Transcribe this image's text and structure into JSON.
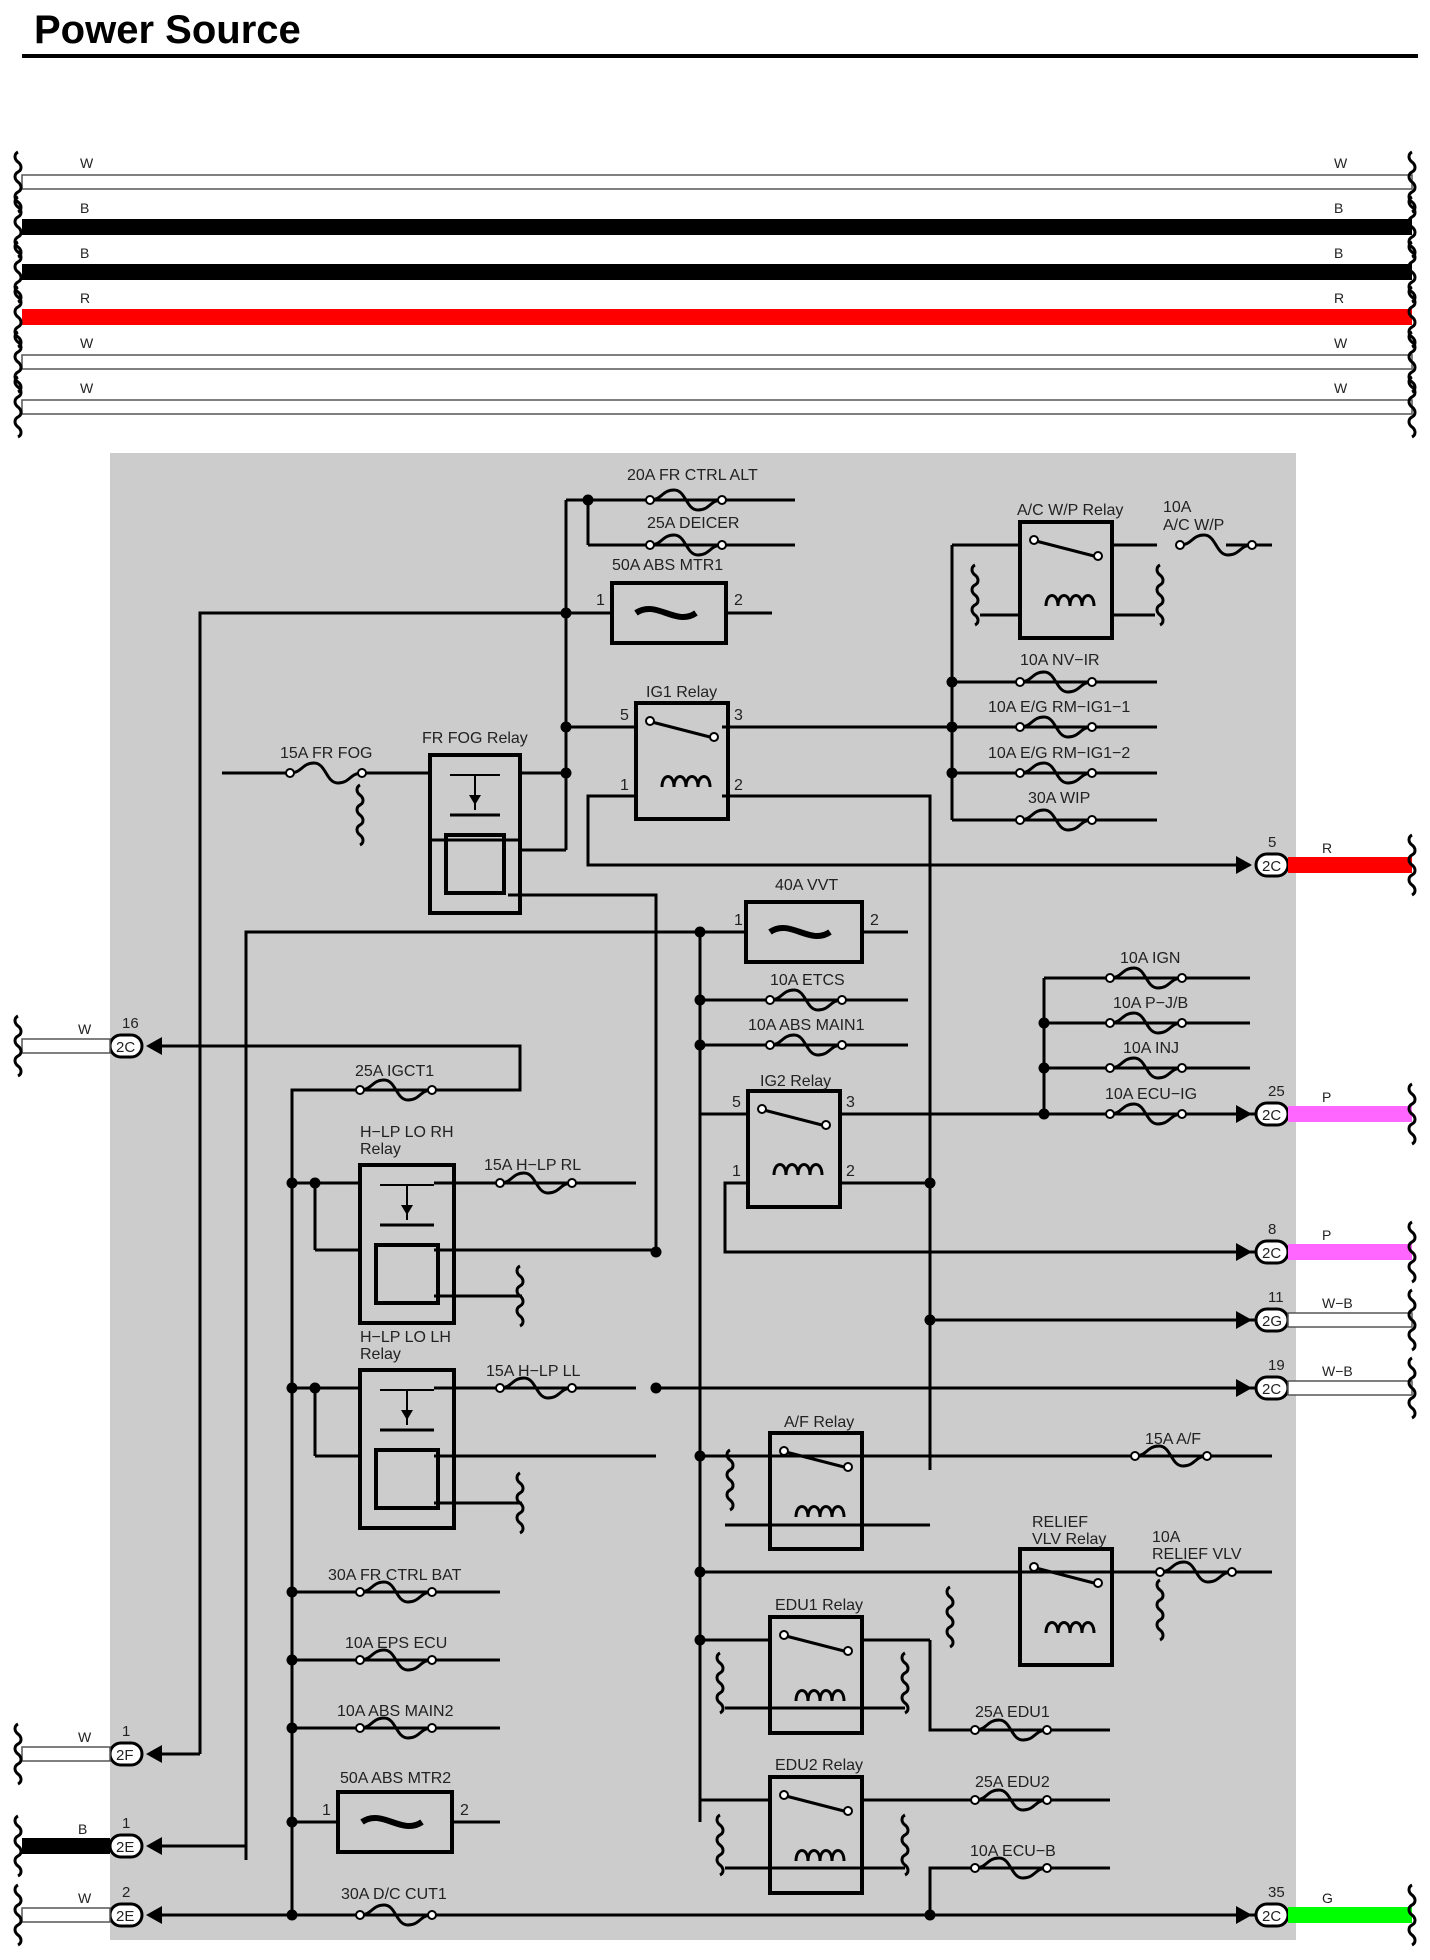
{
  "page": {
    "title": "Power Source"
  },
  "bus": [
    {
      "color": "W",
      "stroke": "#ffffff"
    },
    {
      "color": "B",
      "stroke": "#000000"
    },
    {
      "color": "B",
      "stroke": "#000000"
    },
    {
      "color": "R",
      "stroke": "#ff0000"
    },
    {
      "color": "W",
      "stroke": "#ffffff"
    },
    {
      "color": "W",
      "stroke": "#ffffff"
    }
  ],
  "fuses": {
    "fr_ctrl_alt": "20A FR CTRL ALT",
    "deicer": "25A DEICER",
    "abs_mtr1": "50A ABS MTR1",
    "fr_fog": "15A FR FOG",
    "ac_wp_amp": "10A",
    "ac_wp_name": "A/C W/P",
    "nv_ir": "10A NV−IR",
    "eg_rm_ig1_1": "10A E/G RM−IG1−1",
    "eg_rm_ig1_2": "10A E/G RM−IG1−2",
    "wip": "30A WIP",
    "vvt": "40A VVT",
    "etcs": "10A ETCS",
    "abs_main1": "10A ABS MAIN1",
    "ign": "10A IGN",
    "p_jb": "10A P−J/B",
    "inj": "10A INJ",
    "ecu_ig": "10A ECU−IG",
    "igct1": "25A IGCT1",
    "h_lp_rl": "15A H−LP RL",
    "h_lp_ll": "15A H−LP LL",
    "af": "15A A/F",
    "relief_amp": "10A",
    "relief_name": "RELIEF VLV",
    "fr_ctrl_bat": "30A FR CTRL BAT",
    "eps_ecu": "10A EPS ECU",
    "abs_main2": "10A ABS MAIN2",
    "abs_mtr2": "50A ABS MTR2",
    "dc_cut1": "30A D/C CUT1",
    "edu1": "25A EDU1",
    "edu2": "25A EDU2",
    "ecu_b": "10A ECU−B"
  },
  "relays": {
    "ac_wp": "A/C W/P Relay",
    "ig1": "IG1 Relay",
    "fr_fog": "FR FOG Relay",
    "ig2": "IG2 Relay",
    "h_lp_lo_rh_1": "H−LP LO RH",
    "h_lp_lo_rh_2": "Relay",
    "h_lp_lo_lh_1": "H−LP LO LH",
    "h_lp_lo_lh_2": "Relay",
    "af": "A/F Relay",
    "relief_1": "RELIEF",
    "relief_2": "VLV Relay",
    "edu1": "EDU1 Relay",
    "edu2": "EDU2 Relay"
  },
  "pins": {
    "p1": "1",
    "p2": "2",
    "p3": "3",
    "p5": "5"
  },
  "connectors": {
    "r5": {
      "pin": "5",
      "id": "2C",
      "wire": "R",
      "color": "#ff0000"
    },
    "r25": {
      "pin": "25",
      "id": "2C",
      "wire": "P",
      "color": "#ff66ff"
    },
    "r8": {
      "pin": "8",
      "id": "2C",
      "wire": "P",
      "color": "#ff66ff"
    },
    "r11": {
      "pin": "11",
      "id": "2G",
      "wire": "W−B",
      "color": "#ffffff"
    },
    "r19": {
      "pin": "19",
      "id": "2C",
      "wire": "W−B",
      "color": "#ffffff"
    },
    "r35": {
      "pin": "35",
      "id": "2C",
      "wire": "G",
      "color": "#00ff00"
    },
    "l16": {
      "pin": "16",
      "id": "2C",
      "wire": "W",
      "color": "#ffffff"
    },
    "l1f": {
      "pin": "1",
      "id": "2F",
      "wire": "W",
      "color": "#ffffff"
    },
    "l1e": {
      "pin": "1",
      "id": "2E",
      "wire": "B",
      "color": "#000000"
    },
    "l2e": {
      "pin": "2",
      "id": "2E",
      "wire": "W",
      "color": "#ffffff"
    }
  },
  "icons": [
    "fuse-icon",
    "fusible-link-icon",
    "relay-icon",
    "connector-icon",
    "wire-break-icon"
  ]
}
